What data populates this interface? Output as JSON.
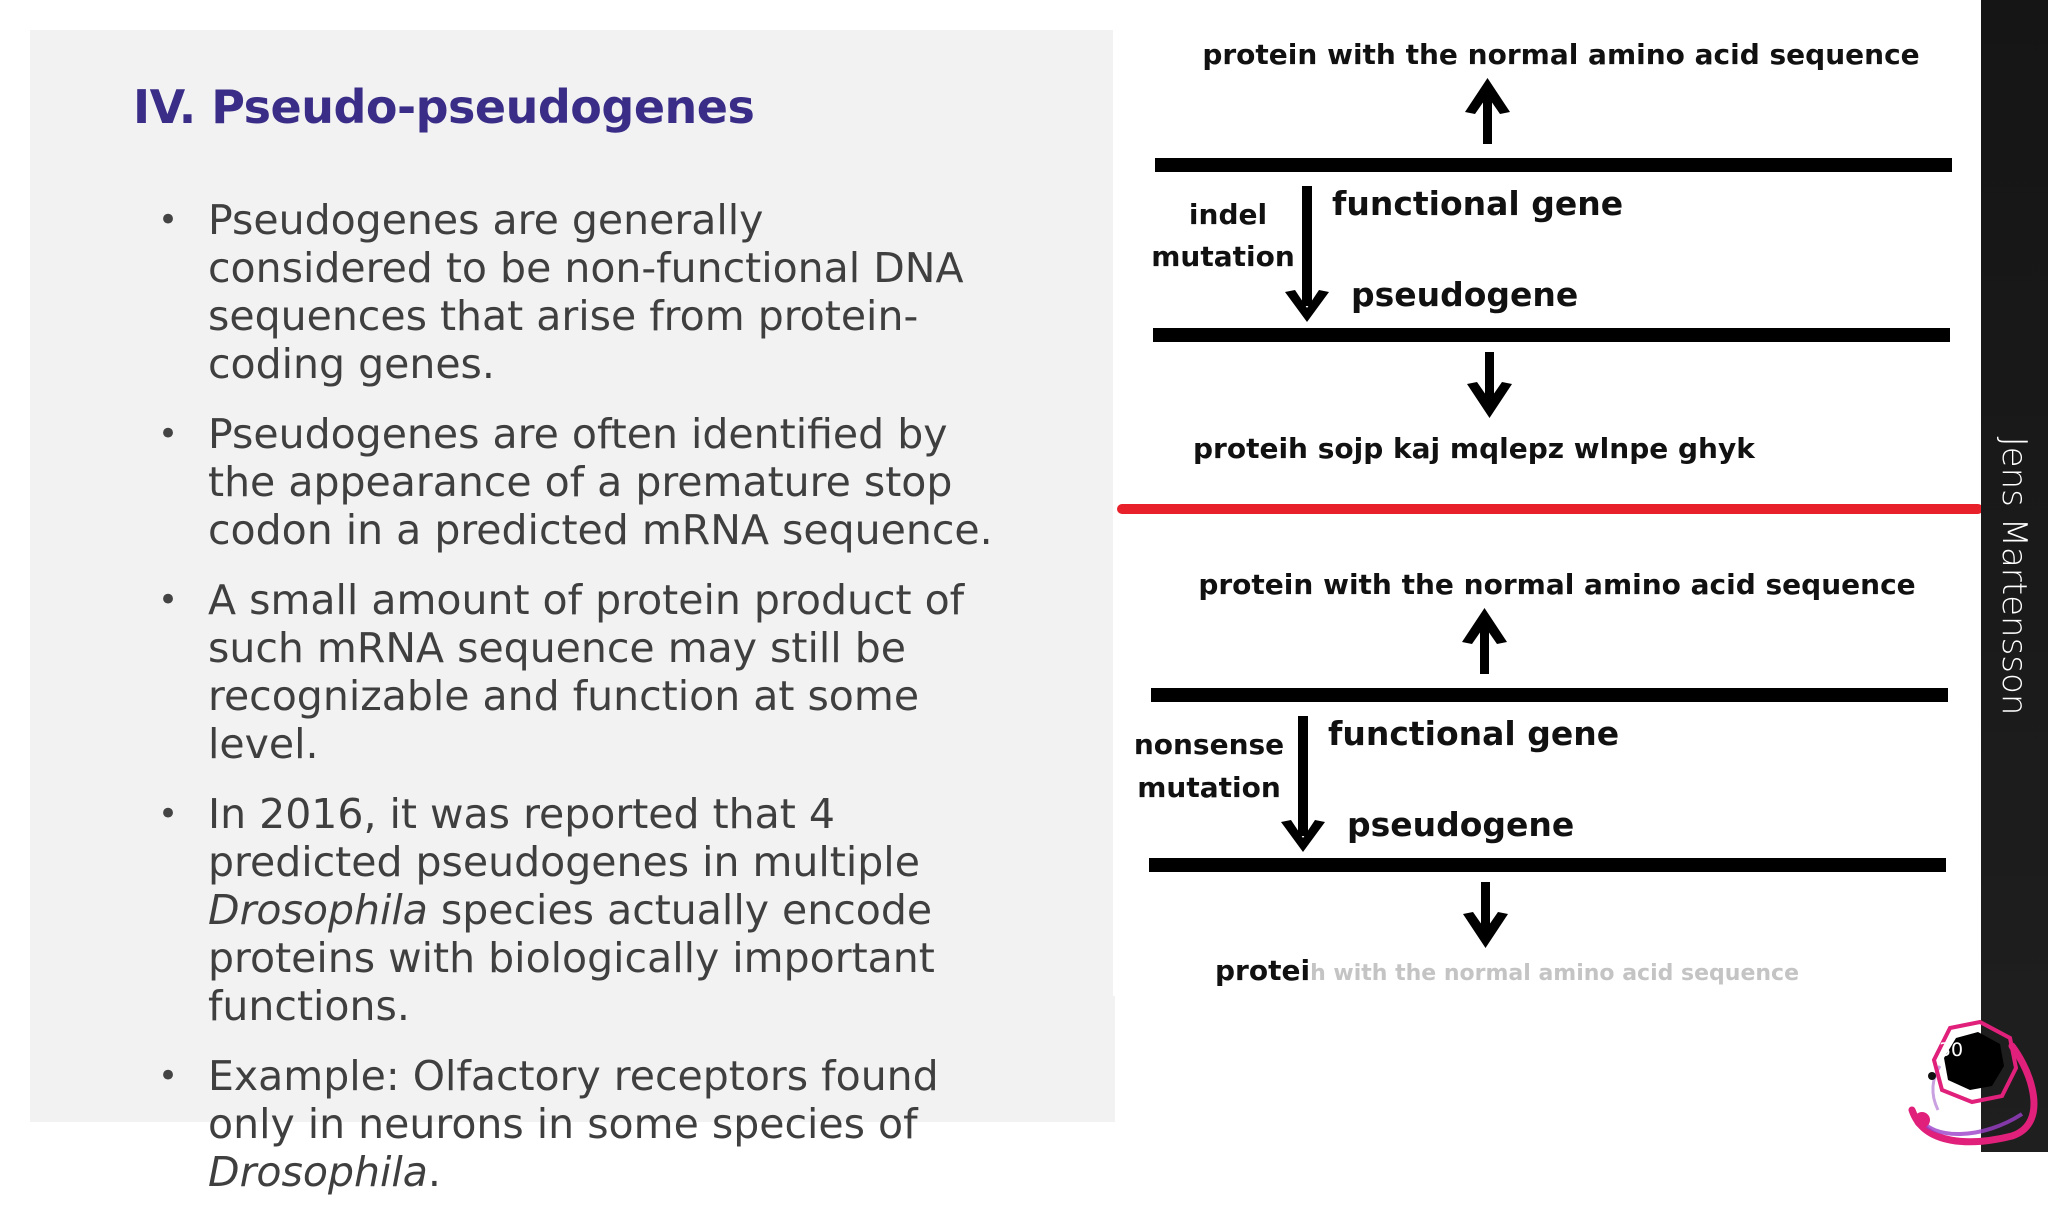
{
  "slide": {
    "title": "IV. Pseudo-pseudogenes",
    "page_number": "30",
    "author": "Jens Martensson"
  },
  "bullets": [
    {
      "text": "Pseudogenes are generally considered to be non-functional DNA sequences that arise from protein-coding genes."
    },
    {
      "text": "Pseudogenes are often identified by the appearance of a premature stop codon in a predicted mRNA sequence."
    },
    {
      "text": "A small amount of protein product of such mRNA sequence may still be recognizable and function at some level."
    },
    {
      "pre": "In 2016, it was reported that 4 predicted pseudogenes in multiple ",
      "italic": "Drosophila",
      "post": " species actually encode proteins with biologically important functions."
    },
    {
      "pre": "Example: Olfactory receptors found only in neurons in some species of ",
      "italic": "Drosophila",
      "post": "."
    }
  ],
  "diagram": {
    "top": {
      "protein_label": "protein with the normal amino acid sequence",
      "mutation_line1": "indel",
      "mutation_line2": "mutation",
      "gene_label": "functional  gene",
      "pseudogene_label": "pseudogene",
      "result_label": "proteih sojp kaj mqlepz wlnpe ghyk"
    },
    "bottom": {
      "protein_label": "protein with the normal amino acid sequence",
      "mutation_line1": "nonsense",
      "mutation_line2": "mutation",
      "gene_label": "functional  gene",
      "pseudogene_label": "pseudogene",
      "result_bold": "protei",
      "result_faded": "h  with  the  normal  amino  acid  sequence"
    },
    "separator_color": "#e8202a"
  },
  "colors": {
    "title": "#3a2d87",
    "body_text": "#3f3f3f",
    "sidebar": "#1a1a1a",
    "badge_accent": "#e0207a"
  }
}
